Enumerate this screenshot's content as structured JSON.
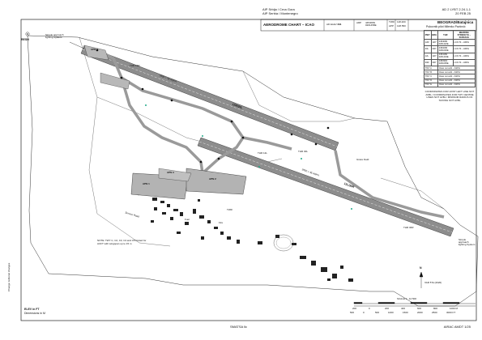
{
  "header": {
    "left_line1": "AIP Srbija / Crna Gora",
    "left_line2": "AIP Serbia / Montenegro",
    "right_line1": "AD 2 LYBT 2.24.1-1",
    "right_line2": "20 FEB 25"
  },
  "title_block": {
    "chart_title": "AERODROME CHART – ICAO",
    "elev_label": "AD ELEV",
    "elev_value": "291",
    "arp_label": "ARP",
    "arp_value": "445409N 0201458E",
    "freq_label1": "TWR",
    "freq_label2": "APP",
    "freq_value1": "118.200",
    "freq_value2": "128.550",
    "aerodrome_name": "BEOGRAD/Batajnica",
    "aerodrome_subtitle": "Pukovnik pilot Milenko Pavlović"
  },
  "rwy_table": {
    "headers": [
      "RWY",
      "BRG",
      "THR",
      "BEARING STRENGTH – SURFACE"
    ],
    "rows": [
      {
        "rwy": "12R",
        "brg": "120°",
        "thr": "445409N 0201422E",
        "bs": "LCN 70 – ASPH"
      },
      {
        "rwy": "30L",
        "brg": "300°",
        "thr": "445320N 0201630E",
        "bs": "LCN 70 – ASPH"
      },
      {
        "rwy": "12L",
        "brg": "120°",
        "thr": "445416N 0201434E",
        "bs": "LCN 70 – ASPH"
      },
      {
        "rwy": "30R",
        "brg": "300°",
        "thr": "445331N 0201605E",
        "bs": "LCN 70 – ASPH"
      }
    ],
    "twy_rows": [
      {
        "twy": "TWY A",
        "bs": "Class not avbl – ASPH"
      },
      {
        "twy": "TWY B",
        "bs": "Class not avbl – ASPH"
      },
      {
        "twy": "TWY C",
        "bs": "Class not avbl – ASPH"
      },
      {
        "twy": "TWY D",
        "bs": "Class not avbl – ASPH"
      },
      {
        "twy": "TWY E",
        "bs": "Class not avbl – ASPH"
      }
    ]
  },
  "notes": {
    "coord_note": "COORDINATES FOR HOST LEFT LINE NOT AVBL / COORDINATES FOR TWY CENTRE LINES NOT AVBL / MINIMUM RADIUS OF TAXIING NOT AVBL",
    "twy_note": "NOTE: TWY C, C2, C3, C4 and C5 limited for ACFT with wingspan up to 15 m",
    "elev_note_1": "ELEV in FT",
    "elev_note_2": "Dimensions in M",
    "change_note": "Change: Editorial changes"
  },
  "labels": {
    "resh": "RESH",
    "apn4": "APN 4",
    "apn1": "APN 1",
    "apn2": "APN 2",
    "apn3": "APN 3",
    "rwy_12r_30l": "12R/30L",
    "rwy_12l_30r": "12L/30R",
    "rwy_dim": "2500 × 45 ASPH",
    "thr_12r_elev": "THR 12R",
    "thr_30l_elev": "THR 30L",
    "thr_12l_elev": "THR 12L",
    "thr_30r_elev": "THR 30R",
    "twr": "TWR",
    "fire": "Fire",
    "simple_approach_1": "Simple approach lighting System",
    "simple_approach_2": "Simple approach lighting System",
    "fuel_note": "Fuel",
    "service_road": "Service Road",
    "grass_field": "Grass Field"
  },
  "scale": {
    "label": "SCALE 1 : 12 500",
    "ticks": [
      "200",
      "0",
      "200",
      "400",
      "600",
      "800",
      "1000 M"
    ],
    "ft_ticks": [
      "500",
      "0",
      "500",
      "1000",
      "1500",
      "2000",
      "2500",
      "3000 FT"
    ]
  },
  "north": {
    "label": "N",
    "var_label": "VAR 5°E (2020)"
  },
  "footer": {
    "left": "SMATSA llc",
    "right": "AIRAC AMDT 1/25"
  }
}
